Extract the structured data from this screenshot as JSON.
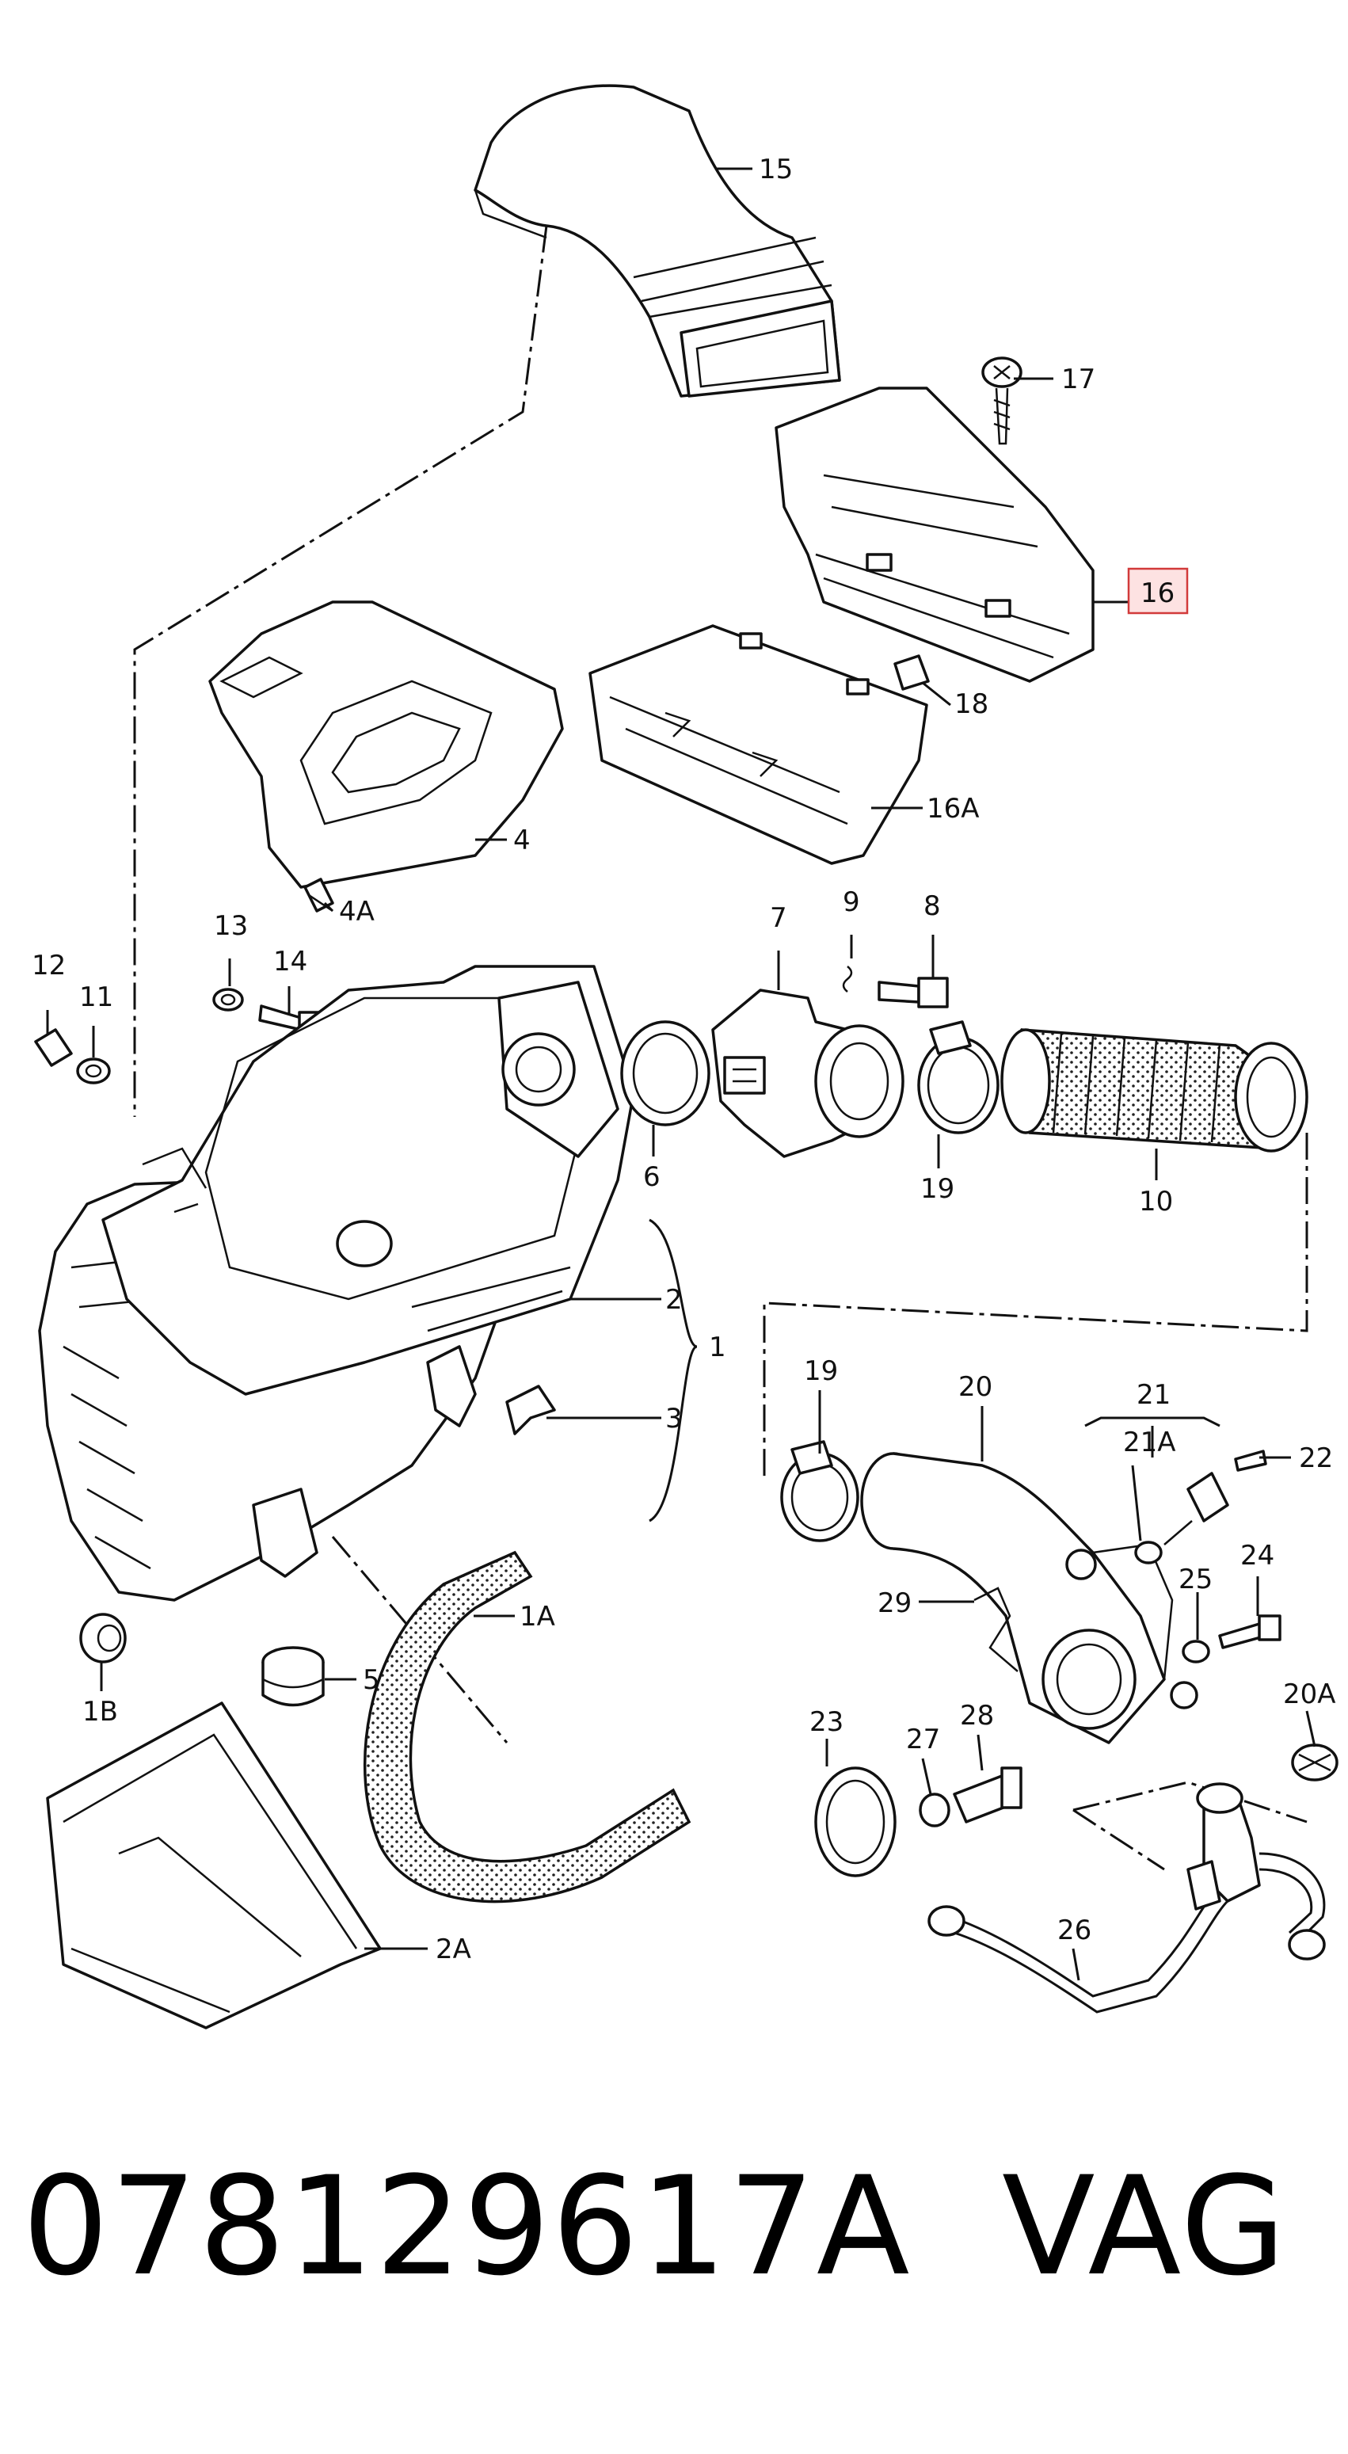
{
  "diagram": {
    "callouts": {
      "c1": "1",
      "c1A": "1A",
      "c1B": "1B",
      "c2": "2",
      "c2A": "2A",
      "c3": "3",
      "c4": "4",
      "c4A": "4A",
      "c5": "5",
      "c6": "6",
      "c7": "7",
      "c8": "8",
      "c9": "9",
      "c10": "10",
      "c11": "11",
      "c12": "12",
      "c13": "13",
      "c14": "14",
      "c15": "15",
      "c16": "16",
      "c16A": "16A",
      "c17": "17",
      "c18": "18",
      "c19a": "19",
      "c19b": "19",
      "c20": "20",
      "c20A": "20A",
      "c21": "21",
      "c21A": "21A",
      "c22": "22",
      "c23": "23",
      "c24": "24",
      "c25": "25",
      "c26": "26",
      "c27": "27",
      "c28": "28",
      "c29": "29"
    },
    "highlighted_callout": "16",
    "highlight_color": "#d23a3a"
  },
  "footer": {
    "part_number": "078129617A",
    "brand": "VAG"
  }
}
